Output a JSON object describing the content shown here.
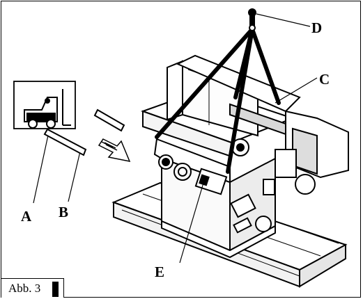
{
  "figure": {
    "caption": "Abb. 3",
    "labels": {
      "a": "A",
      "b": "B",
      "c": "C",
      "d": "D",
      "e": "E"
    }
  },
  "colors": {
    "ink": "#000000",
    "shade": "#d9d9d9",
    "paper": "#ffffff"
  },
  "icons": [
    "forklift-icon",
    "arrow-direction-icon"
  ]
}
